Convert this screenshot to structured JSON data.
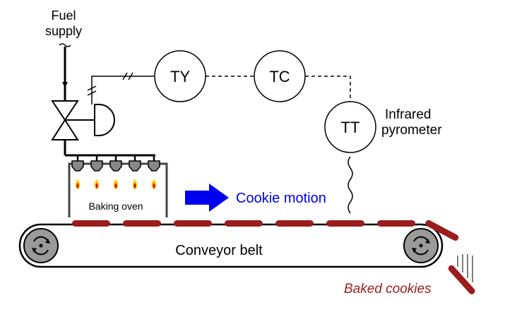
{
  "labels": {
    "fuel_supply_line1": "Fuel",
    "fuel_supply_line2": "supply",
    "ty": "TY",
    "tc": "TC",
    "tt": "TT",
    "pyrometer_line1": "Infrared",
    "pyrometer_line2": "pyrometer",
    "baking_oven": "Baking oven",
    "cookie_motion": "Cookie motion",
    "conveyor_belt": "Conveyor belt",
    "baked_cookies": "Baked cookies"
  },
  "colors": {
    "line": "#000000",
    "cookie": "#9b1d1d",
    "arrow": "#0000ee",
    "flame_outer": "#ffd200",
    "flame_inner": "#e00000",
    "pulley": "#9a9a9a",
    "burner": "#888888"
  },
  "icons": {
    "valve": "gate-valve-icon",
    "actuator": "diaphragm-actuator-icon",
    "pulley": "rotating-pulley-icon",
    "motion_arrow": "right-arrow-icon"
  }
}
